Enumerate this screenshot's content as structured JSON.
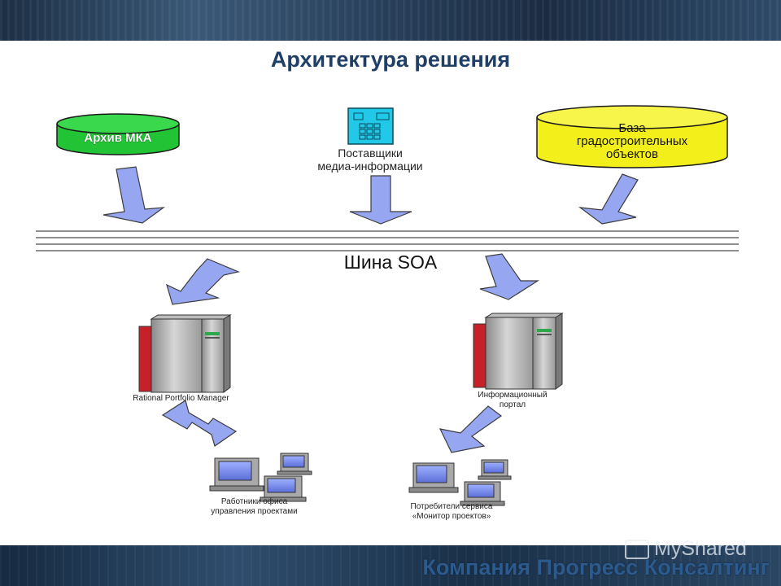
{
  "slide": {
    "title": "Архитектура решения",
    "company": "Компания Прогресс Консалтинг",
    "watermark": "MyShared"
  },
  "sources": {
    "archive": "Архив МКА",
    "media_line1": "Поставщики",
    "media_line2": "медиа-информации",
    "db_line1": "База",
    "db_line2": "градостроительных",
    "db_line3": "объектов"
  },
  "bus": {
    "label": "Шина SOA"
  },
  "servers": {
    "left_label": "Rational Portfolio Manager",
    "right_line1": "Информационный",
    "right_line2": "портал"
  },
  "clients": {
    "left_line1": "Работники офиса",
    "left_line2": "управления проектами",
    "right_line1": "Потребители сервиса",
    "right_line2": "«Монитор проектов»"
  },
  "colors": {
    "archive_fill": "#22c435",
    "db_fill": "#f2ef1a",
    "arrow_fill": "#97a6f0",
    "header_band": "#2b435f",
    "title_text": "#1f3f66"
  }
}
